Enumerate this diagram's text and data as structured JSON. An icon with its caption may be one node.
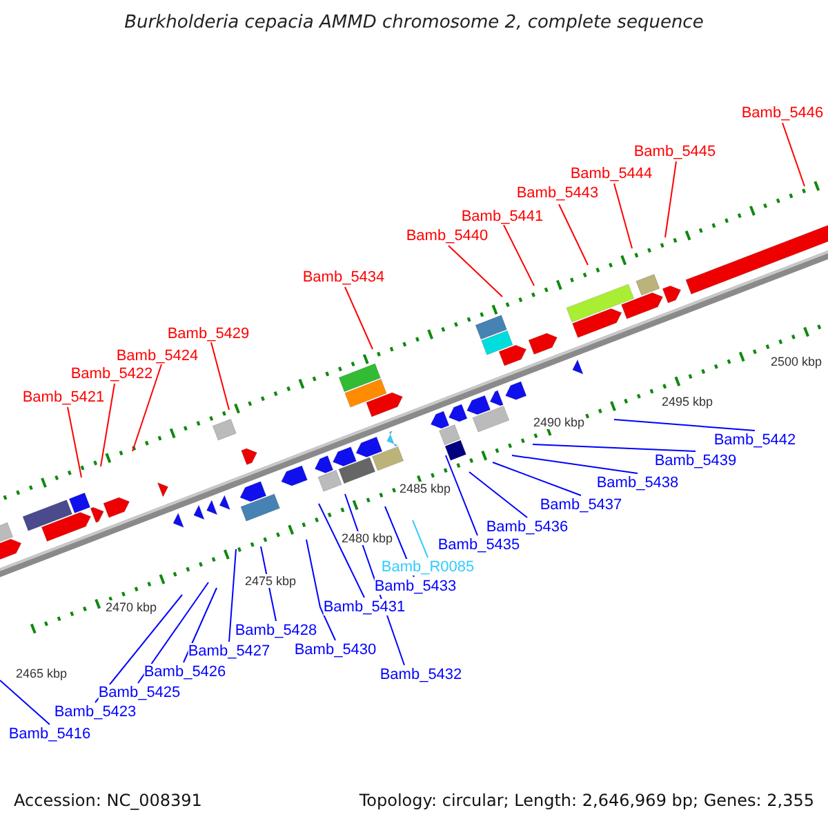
{
  "diagram": {
    "title": "Burkholderia cepacia AMMD chromosome 2, complete sequence",
    "nodes": [
      {
        "text": [
          "Bamb_5421"
        ]
      },
      {
        "text": [
          "Bamb_5422"
        ]
      },
      {
        "text": [
          "Bamb_5424"
        ]
      },
      {
        "text": [
          "Bamb_5429"
        ]
      },
      {
        "text": [
          "Bamb_5434"
        ]
      },
      {
        "text": [
          "Bamb_5440"
        ]
      },
      {
        "text": [
          "Bamb_5441"
        ]
      },
      {
        "text": [
          "Bamb_5443"
        ]
      },
      {
        "text": [
          "Bamb_5444"
        ]
      },
      {
        "text": [
          "Bamb_5445"
        ]
      },
      {
        "text": [
          "Bamb_5446"
        ]
      },
      {
        "text": [
          "Bamb_5416"
        ]
      },
      {
        "text": [
          "Bamb_5423"
        ]
      },
      {
        "text": [
          "Bamb_5425"
        ]
      },
      {
        "text": [
          "Bamb_5426"
        ]
      },
      {
        "text": [
          "Bamb_5427"
        ]
      },
      {
        "text": [
          "Bamb_5428"
        ]
      },
      {
        "text": [
          "Bamb_5430"
        ]
      },
      {
        "text": [
          "Bamb_5431"
        ]
      },
      {
        "text": [
          "Bamb_5432"
        ]
      },
      {
        "text": [
          "Bamb_5433"
        ]
      },
      {
        "text": [
          "Bamb_R0085"
        ]
      },
      {
        "text": [
          "Bamb_5435"
        ]
      },
      {
        "text": [
          "Bamb_5436"
        ]
      },
      {
        "text": [
          "Bamb_5437"
        ]
      },
      {
        "text": [
          "Bamb_5438"
        ]
      },
      {
        "text": [
          "Bamb_5439"
        ]
      },
      {
        "text": [
          "Bamb_5442"
        ]
      }
    ],
    "edges": [
      {
        "from": 0,
        "to": null,
        "arrow": "none",
        "color": "#ff0000"
      },
      {
        "from": 1,
        "to": null,
        "arrow": "none",
        "color": "#ff0000"
      },
      {
        "from": 2,
        "to": null,
        "arrow": "none",
        "color": "#ff0000"
      },
      {
        "from": 3,
        "to": null,
        "arrow": "none",
        "color": "#ff0000"
      },
      {
        "from": 4,
        "to": null,
        "arrow": "none",
        "color": "#ff0000"
      },
      {
        "from": 5,
        "to": null,
        "arrow": "none",
        "color": "#ff0000"
      },
      {
        "from": 6,
        "to": null,
        "arrow": "none",
        "color": "#ff0000"
      },
      {
        "from": 7,
        "to": null,
        "arrow": "none",
        "color": "#ff0000"
      },
      {
        "from": 8,
        "to": null,
        "arrow": "none",
        "color": "#ff0000"
      },
      {
        "from": 9,
        "to": null,
        "arrow": "none",
        "color": "#ff0000"
      },
      {
        "from": 10,
        "to": null,
        "arrow": "none",
        "color": "#ff0000"
      },
      {
        "from": 11,
        "to": null,
        "arrow": "none"
      },
      {
        "from": 12,
        "to": null,
        "arrow": "none"
      },
      {
        "from": 13,
        "to": null,
        "arrow": "none"
      },
      {
        "from": 14,
        "to": null,
        "arrow": "none"
      },
      {
        "from": 15,
        "to": null,
        "arrow": "none"
      },
      {
        "from": 16,
        "to": null,
        "arrow": "none"
      },
      {
        "from": 17,
        "to": null,
        "arrow": "none"
      },
      {
        "from": 18,
        "to": null,
        "arrow": "none"
      },
      {
        "from": 19,
        "to": null,
        "arrow": "none"
      },
      {
        "from": 20,
        "to": null,
        "arrow": "none"
      },
      {
        "from": 21,
        "to": null,
        "arrow": "none",
        "color": "#33ccff"
      },
      {
        "from": 22,
        "to": null,
        "arrow": "none"
      },
      {
        "from": 23,
        "to": null,
        "arrow": "none"
      },
      {
        "from": 24,
        "to": null,
        "arrow": "none"
      },
      {
        "from": 25,
        "to": null,
        "arrow": "none"
      },
      {
        "from": 26,
        "to": null,
        "arrow": "none"
      },
      {
        "from": 27,
        "to": null,
        "arrow": "none"
      }
    ],
    "labels": [
      "2500 kbp",
      "2495 kbp",
      "2490 kbp",
      "2485 kbp",
      "2480 kbp",
      "2475 kbp",
      "2470 kbp",
      "2465 kbp",
      "Accession: NC_008391",
      "Topology: circular; Length: 2,646,969 bp; Genes: 2,355"
    ]
  }
}
